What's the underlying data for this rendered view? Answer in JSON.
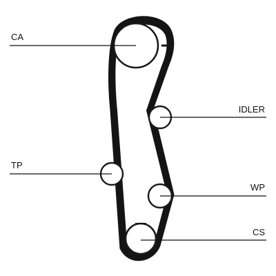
{
  "diagram": {
    "type": "timing-belt-routing",
    "colors": {
      "belt": "#141414",
      "line": "#111111",
      "background": "#ffffff"
    },
    "components": [
      {
        "id": "ca",
        "label": "CA"
      },
      {
        "id": "idler",
        "label": "IDLER"
      },
      {
        "id": "tp",
        "label": "TP"
      },
      {
        "id": "wp",
        "label": "WP"
      },
      {
        "id": "cs",
        "label": "CS"
      }
    ]
  }
}
